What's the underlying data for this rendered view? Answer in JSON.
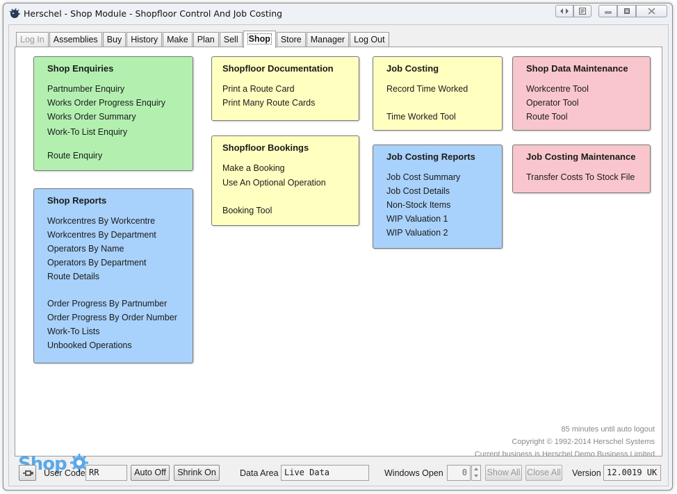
{
  "window": {
    "title": "Herschel - Shop Module - Shopfloor Control And Job Costing"
  },
  "tabs": [
    {
      "label": "Log In",
      "state": "disabled"
    },
    {
      "label": "Assemblies",
      "state": "normal"
    },
    {
      "label": "Buy",
      "state": "normal"
    },
    {
      "label": "History",
      "state": "normal"
    },
    {
      "label": "Make",
      "state": "normal"
    },
    {
      "label": "Plan",
      "state": "normal"
    },
    {
      "label": "Sell",
      "state": "normal"
    },
    {
      "label": "Shop",
      "state": "active"
    },
    {
      "label": "Store",
      "state": "normal"
    },
    {
      "label": "Manager",
      "state": "normal"
    },
    {
      "label": "Log Out",
      "state": "normal"
    }
  ],
  "panels": {
    "shop_enquiries": {
      "title": "Shop Enquiries",
      "items": [
        "Partnumber Enquiry",
        "Works Order Progress Enquiry",
        "Works Order Summary",
        "Work-To List Enquiry",
        "Route Enquiry"
      ]
    },
    "shop_reports": {
      "title": "Shop Reports",
      "items": [
        "Workcentres By Workcentre",
        "Workcentres By Department",
        "Operators By Name",
        "Operators By Department",
        "Route Details",
        "Order Progress By Partnumber",
        "Order Progress By Order Number",
        "Work-To Lists",
        "Unbooked Operations"
      ]
    },
    "shopfloor_documentation": {
      "title": "Shopfloor Documentation",
      "items": [
        "Print a Route Card",
        "Print Many Route Cards"
      ]
    },
    "shopfloor_bookings": {
      "title": "Shopfloor Bookings",
      "items": [
        "Make a Booking",
        "Use An Optional Operation",
        "Booking Tool"
      ]
    },
    "job_costing": {
      "title": "Job Costing",
      "items": [
        "Record Time Worked",
        "Time Worked Tool"
      ]
    },
    "job_costing_reports": {
      "title": "Job Costing Reports",
      "items": [
        "Job Cost Summary",
        "Job Cost Details",
        "Non-Stock Items",
        "WIP Valuation 1",
        "WIP Valuation 2"
      ]
    },
    "shop_data_maintenance": {
      "title": "Shop Data Maintenance",
      "items": [
        "Workcentre Tool",
        "Operator Tool",
        "Route Tool"
      ]
    },
    "job_costing_maintenance": {
      "title": "Job Costing Maintenance",
      "items": [
        "Transfer Costs To Stock File"
      ]
    }
  },
  "footer": {
    "logout_notice": "85 minutes until auto logout",
    "copyright": "Copyright © 1992-2014 Herschel Systems",
    "business": "Current business is Herschel Demo Business Limited",
    "logo_text": "Shop"
  },
  "statusbar": {
    "user_code_label": "User Code",
    "user_code_value": "RR",
    "auto_off_label": "Auto Off",
    "shrink_on_label": "Shrink On",
    "data_area_label": "Data Area",
    "data_area_value": "Live Data",
    "windows_open_label": "Windows Open",
    "windows_open_value": "0",
    "show_all_label": "Show All",
    "close_all_label": "Close All",
    "version_label": "Version",
    "version_value": "12.0019 UK"
  },
  "colors": {
    "green_panel": "#b3f0b0",
    "yellow_panel": "#ffffc0",
    "blue_panel": "#a8d1fb",
    "pink_panel": "#f8c6cc",
    "logo_blue": "#5aa8e8"
  }
}
